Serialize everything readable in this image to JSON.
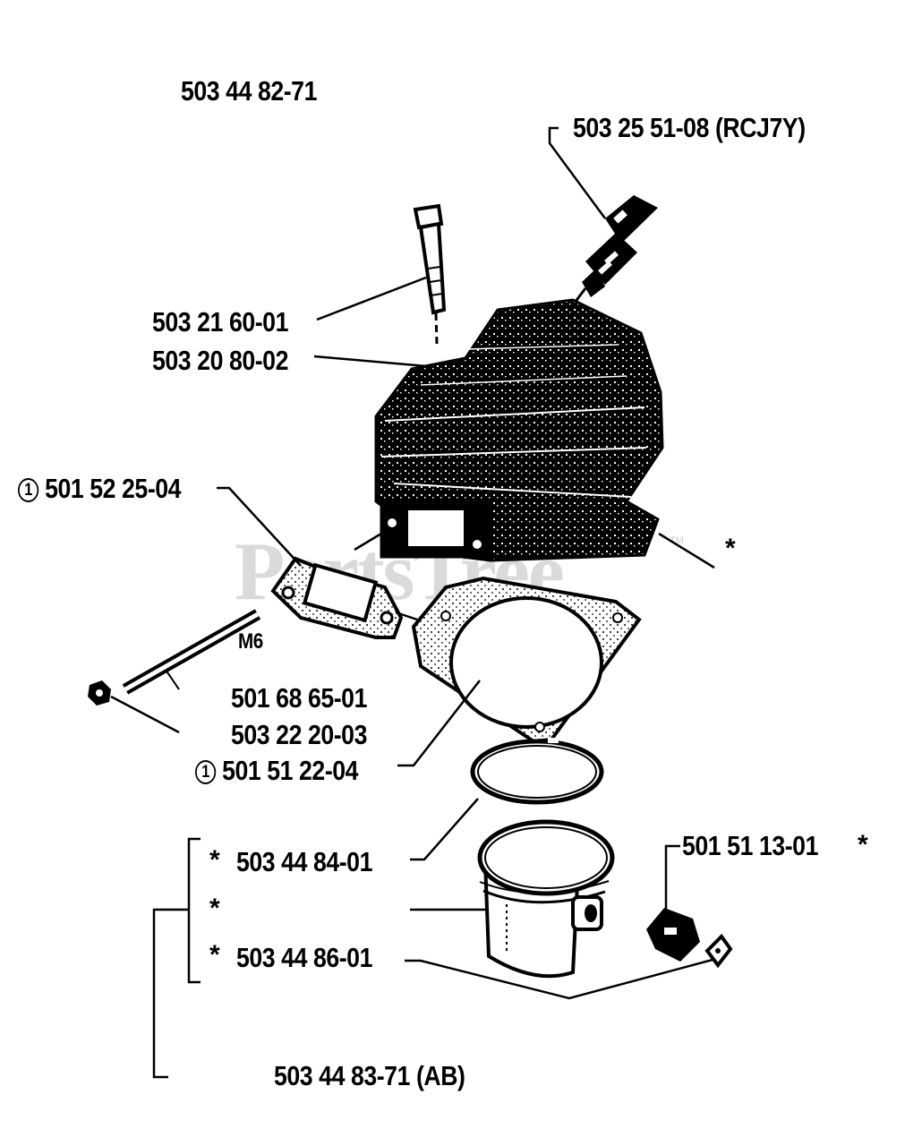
{
  "assembly_number": "503 44 82-71",
  "spark_plug_label": "503 25 51-08 (RCJ7Y)",
  "bolt_label": "503 21 60-01",
  "cylinder_label": "503 20 80-02",
  "exhaust_gasket_marker": "1",
  "exhaust_gasket_label": "501 52 25-04",
  "cylinder_star": "*",
  "stud_size_label": "M6",
  "stud_label": "501 68 65-01",
  "nut_label": "503 22 20-03",
  "base_gasket_marker": "1",
  "base_gasket_label": "501 51 22-04",
  "ring_star": "*",
  "ring_label": "503 44 84-01",
  "piston_star": "*",
  "pin_star": "*",
  "pin_label": "503 44 86-01",
  "bearing_label": "501 51 13-01",
  "bearing_star": "*",
  "kit_label": "503 44 83-71 (AB)",
  "watermark": "PartsTree",
  "watermark_tm": "TM"
}
